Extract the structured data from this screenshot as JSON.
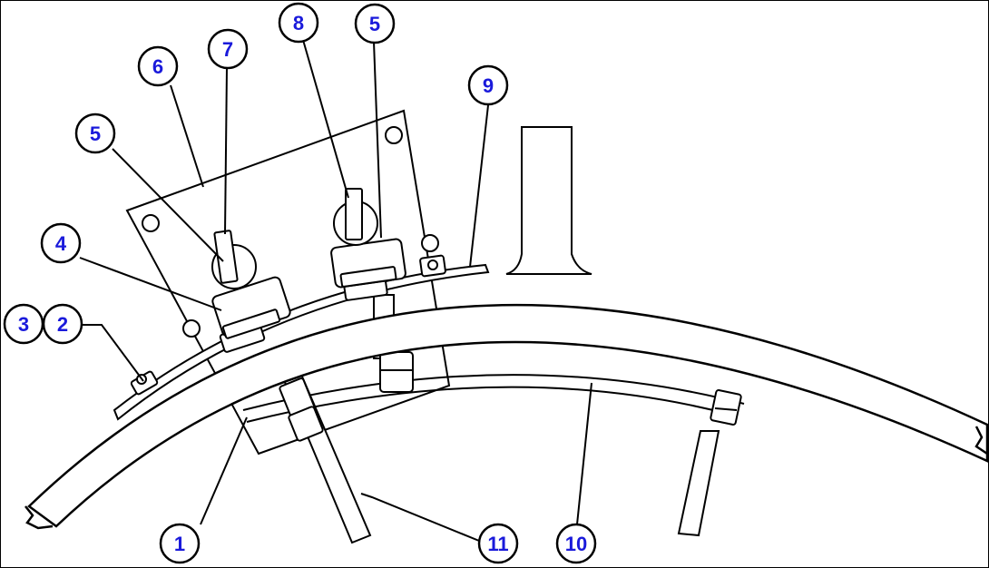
{
  "colors": {
    "line": "#000000",
    "label": "#1a1adb",
    "background": "#ffffff"
  },
  "callouts": [
    {
      "id": "c1",
      "text": "1"
    },
    {
      "id": "c2",
      "text": "2"
    },
    {
      "id": "c3",
      "text": "3"
    },
    {
      "id": "c4",
      "text": "4"
    },
    {
      "id": "c5a",
      "text": "5"
    },
    {
      "id": "c5b",
      "text": "5"
    },
    {
      "id": "c6",
      "text": "6"
    },
    {
      "id": "c7",
      "text": "7"
    },
    {
      "id": "c8",
      "text": "8"
    },
    {
      "id": "c9",
      "text": "9"
    },
    {
      "id": "c10",
      "text": "10"
    },
    {
      "id": "c11",
      "text": "11"
    }
  ]
}
